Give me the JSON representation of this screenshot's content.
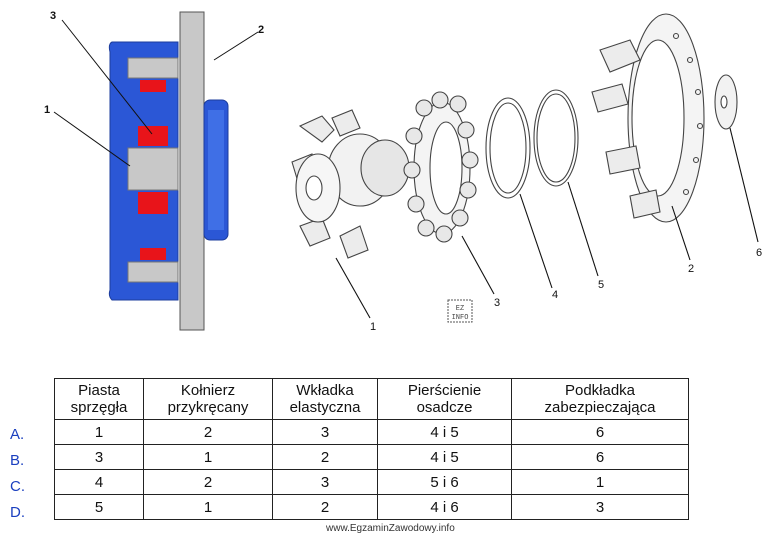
{
  "figure": {
    "section_callouts": [
      "3",
      "2",
      "1"
    ],
    "exploded_callouts": [
      "1",
      "3",
      "4",
      "5",
      "2",
      "6"
    ],
    "logo_text": "EZ INFO"
  },
  "table": {
    "headers": [
      [
        "Piasta",
        "sprzęgła"
      ],
      [
        "Kołnierz",
        "przykręcany"
      ],
      [
        "Wkładka",
        "elastyczna"
      ],
      [
        "Pierścienie",
        "osadcze"
      ],
      [
        "Podkładka",
        "zabezpieczająca"
      ]
    ],
    "rows": [
      {
        "letter": "A.",
        "cells": [
          "1",
          "2",
          "3",
          "4 i 5",
          "6"
        ]
      },
      {
        "letter": "B.",
        "cells": [
          "3",
          "1",
          "2",
          "4 i 5",
          "6"
        ]
      },
      {
        "letter": "C.",
        "cells": [
          "4",
          "2",
          "3",
          "5 i 6",
          "1"
        ]
      },
      {
        "letter": "D.",
        "cells": [
          "5",
          "1",
          "2",
          "4 i 6",
          "3"
        ]
      }
    ]
  },
  "footer": {
    "watermark": "www.EgzaminZawodowy.info"
  },
  "colors": {
    "hub_blue": "#2b57d6",
    "insert_red": "#e8141a",
    "flange_grey": "#c8c8c8"
  }
}
